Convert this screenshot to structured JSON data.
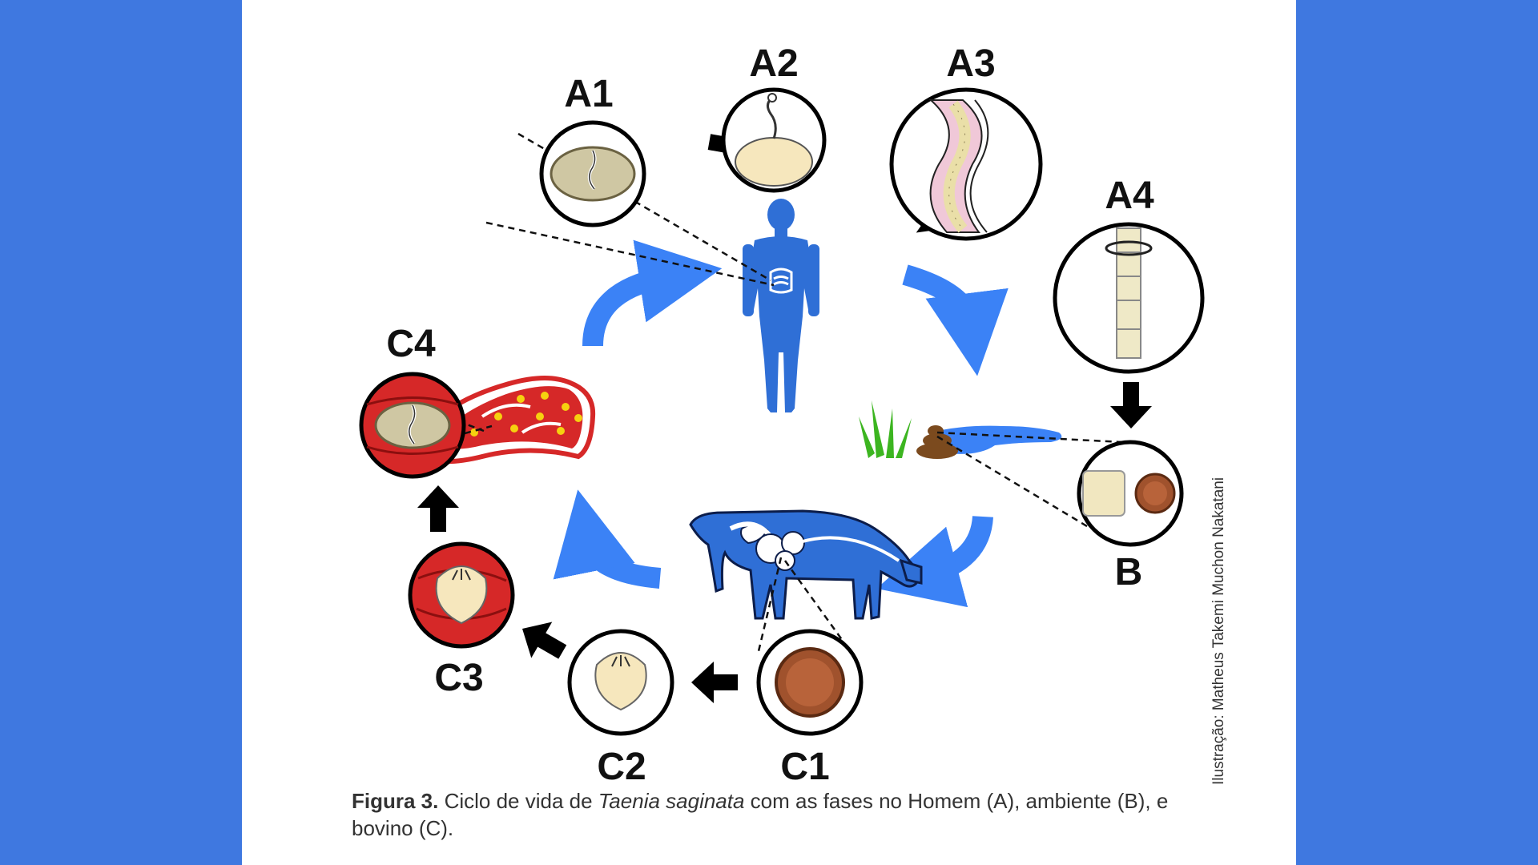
{
  "diagram": {
    "labels": {
      "a1": "A1",
      "a2": "A2",
      "a3": "A3",
      "a4": "A4",
      "b": "B",
      "c1": "C1",
      "c2": "C2",
      "c3": "C3",
      "c4": "C4"
    },
    "credit": "Ilustração: Matheus Takemi Muchon Nakatani",
    "colors": {
      "cycle_arrow": "#3b82f6",
      "host_silhouette": "#2f6fd6",
      "meat_red": "#d62828",
      "cyst_yellow": "#f6d10f",
      "egg_brown": "#a0522d",
      "larva_cream": "#f6e7bd",
      "grass_green": "#3cb520",
      "stage_arrow": "#000000"
    },
    "icons": {
      "human": "human-silhouette-icon",
      "cow": "cow-icon",
      "meat": "meat-steak-icon",
      "feces": "feces-icon",
      "grass": "grass-icon",
      "water": "water-puddle-icon"
    }
  },
  "caption": {
    "figure_number": "Figura 3.",
    "text_before": " Ciclo de vida de ",
    "species": "Taenia saginata",
    "text_after": " com as fases no Homem (A), ambiente (B), e bovino (C)."
  }
}
